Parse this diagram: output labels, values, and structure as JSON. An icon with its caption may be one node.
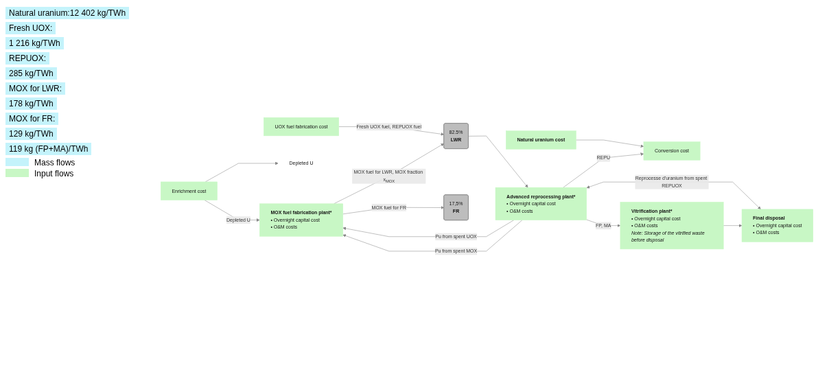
{
  "diagram": {
    "nodes": [
      {
        "text": [
          "Natural uranium cost"
        ]
      },
      {
        "text": [
          "Conversion cost"
        ]
      },
      {
        "text": [
          "Enrichment cost"
        ]
      },
      {
        "text": [
          "UOX fuel fabrication cost"
        ]
      },
      {
        "text": [
          "Depleted U"
        ]
      },
      {
        "text": [
          "82.5%",
          "LWR"
        ]
      },
      {
        "text": [
          "17,5%",
          "FR"
        ]
      },
      {
        "text": [
          "MOX fuel fabrication plant*",
          "• Overnight capital cost",
          "• O&M costs"
        ]
      },
      {
        "text": [
          "Advanced reprocessing plant*",
          "• Overnight capital cost",
          "• O&M costs"
        ]
      },
      {
        "text": [
          "Vitrification plant*",
          "• Overnight capital cost",
          "• O&M costs",
          "Note: Storage of the vitrified waste before disposal"
        ]
      },
      {
        "text": [
          "Final disposal",
          "• Overnight capital cost",
          "• O&M costs"
        ]
      }
    ],
    "edges": [
      {
        "from": 0,
        "to": 1,
        "arrow": "to"
      },
      {
        "from": 2,
        "to": 4,
        "arrow": "to"
      },
      {
        "from": 2,
        "to": 7,
        "arrow": "to",
        "label": "Depleted U"
      },
      {
        "from": 3,
        "to": 5,
        "arrow": "to",
        "label": "Fresh UOX fuel, REPUOX fuel"
      },
      {
        "from": 7,
        "to": 5,
        "arrow": "to",
        "label": "MOX fuel for LWR, MOX fraction x$_{MOX}$"
      },
      {
        "from": 7,
        "to": 6,
        "arrow": "to",
        "label": "MOX fuel for FR"
      },
      {
        "from": 5,
        "to": 8,
        "arrow": "to"
      },
      {
        "from": 8,
        "to": 7,
        "arrow": "to",
        "label": "Pu from spent UOX"
      },
      {
        "from": 8,
        "to": 7,
        "arrow": "to",
        "label": "Pu from spent MOX"
      },
      {
        "from": 8,
        "to": 10,
        "arrow": "both",
        "label": "Reprocesse d'uranium from spent REPUOX"
      },
      {
        "from": 8,
        "to": 9,
        "arrow": "to",
        "label": "FP, MA"
      },
      {
        "from": 9,
        "to": 10,
        "arrow": "to"
      },
      {
        "from": 8,
        "to": 1,
        "arrow": "to",
        "label": "REPU"
      }
    ],
    "labels": [
      "Natural uranium:12 402 kg/TWh",
      "Fresh UOX:",
      "1 216 kg/TWh",
      "REPUOX:",
      "285 kg/TWh",
      "MOX for LWR:",
      "178 kg/TWh",
      "MOX for FR:",
      "129 kg/TWh",
      "119 kg (FP+MA)/TWh"
    ],
    "legend": [
      {
        "text": "Mass flows",
        "color": "#c4f3fb"
      },
      {
        "text": "Input flows",
        "color": "#c8f7c5"
      }
    ]
  }
}
